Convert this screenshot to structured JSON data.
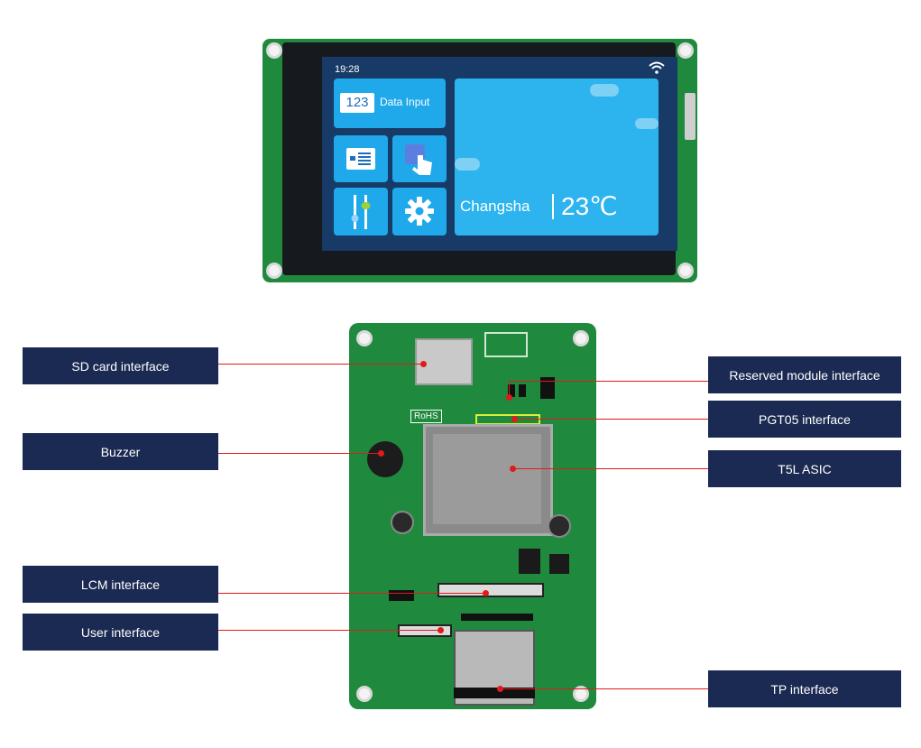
{
  "display": {
    "time": "19:28",
    "tile_number": "123",
    "tile_label": "Data Input",
    "city": "Changsha",
    "temperature": "23℃"
  },
  "labels": {
    "sd_card": "SD card interface",
    "buzzer": "Buzzer",
    "lcm": "LCM interface",
    "user": "User interface",
    "reserved_module": "Reserved module interface",
    "pgt05": "PGT05 interface",
    "t5l": "T5L ASIC",
    "tp": "TP interface"
  },
  "board": {
    "rohs": "RoHS"
  },
  "colors": {
    "label_bg": "#1b2a52",
    "leader_line": "#e01b1b",
    "pcb": "#1f8a3e",
    "tile": "#1fa9ea"
  },
  "icons": [
    "wifi-icon",
    "list-icon",
    "touch-icon",
    "sliders-icon",
    "gear-icon"
  ]
}
